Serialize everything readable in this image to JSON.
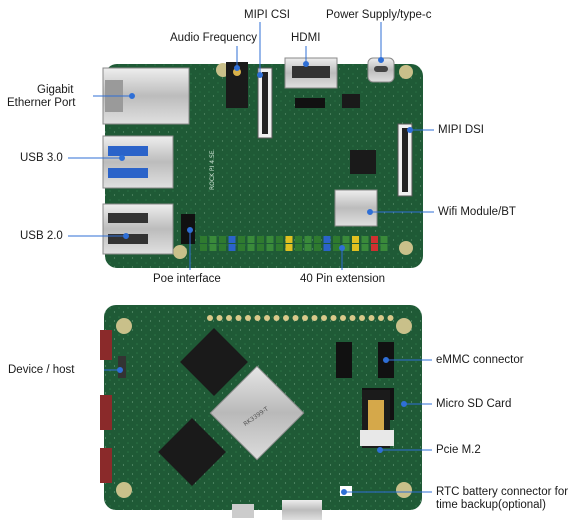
{
  "diagram": {
    "top_board": {
      "labels": {
        "mipi_csi": "MIPI CSI",
        "power_supply": "Power Supply/type-c",
        "audio": "Audio Frequency",
        "hdmi": "HDMI",
        "gigabit_line1": "Gigabit",
        "gigabit_line2": "Etherner Port",
        "mipi_dsi": "MIPI DSI",
        "usb3": "USB 3.0",
        "wifi": "Wifi Module/BT",
        "usb2": "USB 2.0",
        "poe": "Poe interface",
        "pin40": "40 Pin extension"
      },
      "silkscreen": "ROCK PI 4 SE"
    },
    "bottom_board": {
      "labels": {
        "device_host": "Device / host",
        "emmc": "eMMC connector",
        "microsd": "Micro SD Card",
        "pcie": "Pcie M.2",
        "rtc_line1": "RTC battery connector for",
        "rtc_line2": "time backup(optional)"
      },
      "soc_marking": "RK3399-T"
    },
    "colors": {
      "pcb_green": "#1f5a36",
      "pcb_dark": "#14432a",
      "callout_line": "#2f6fd6",
      "metal": "#c8c8c8",
      "chip": "#1a1a1a"
    }
  }
}
